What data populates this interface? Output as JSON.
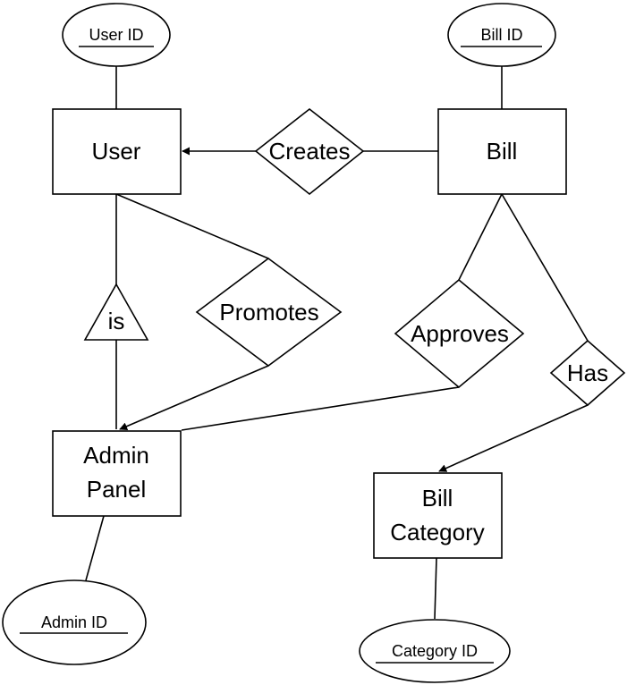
{
  "entities": {
    "user": "User",
    "bill": "Bill",
    "admin_panel": [
      "Admin",
      "Panel"
    ],
    "bill_category": [
      "Bill",
      "Category"
    ]
  },
  "attributes": {
    "user_id": "User ID",
    "bill_id": "Bill ID",
    "admin_id": "Admin ID",
    "category_id": "Category ID"
  },
  "relationships": {
    "creates": "Creates",
    "promotes": "Promotes",
    "approves": "Approves",
    "has": "Has"
  },
  "specializations": {
    "is": "is"
  }
}
